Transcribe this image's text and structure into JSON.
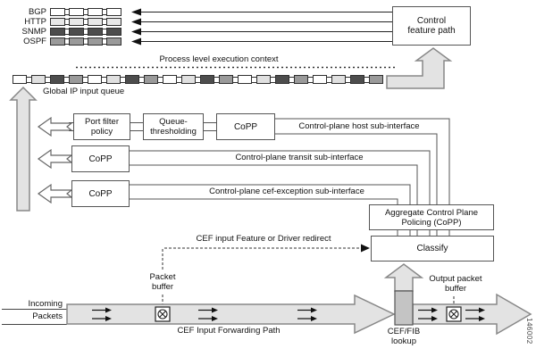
{
  "figure_id": "146002",
  "colors": {
    "queue_white": "#ffffff",
    "queue_light": "#e8e8e8",
    "queue_dark": "#4d4d4d",
    "queue_medium": "#9a9a9a",
    "arrow_fill": "#e3e3e3",
    "lookup_block_fill": "#c4c4c4"
  },
  "protocol_queues": [
    {
      "label": "BGP",
      "color": "#ffffff"
    },
    {
      "label": "HTTP",
      "color": "#e8e8e8"
    },
    {
      "label": "SNMP",
      "color": "#4d4d4d"
    },
    {
      "label": "OSPF",
      "color": "#9a9a9a"
    }
  ],
  "control_feature_path": {
    "line1": "Control",
    "line2": "feature path"
  },
  "process_level_context": "Process level execution context",
  "global_ip_queue": {
    "label": "Global IP input queue",
    "pattern": [
      "#ffffff",
      "#e0e0e0",
      "#4d4d4d",
      "#9a9a9a"
    ],
    "count": 20
  },
  "host_row": {
    "port_filter": {
      "line1": "Port filter",
      "line2": "policy"
    },
    "queue_thresholding": {
      "line1": "Queue-",
      "line2": "thresholding"
    },
    "copp": "CoPP",
    "pipe": "Control-plane host sub-interface"
  },
  "transit_row": {
    "copp": "CoPP",
    "pipe": "Control-plane transit sub-interface"
  },
  "cef_exception_row": {
    "copp": "CoPP",
    "pipe": "Control-plane cef-exception sub-interface"
  },
  "aggregate": {
    "line1": "Aggregate Control Plane",
    "line2": "Policing (CoPP)"
  },
  "classify": "Classify",
  "redirect_label": "CEF input Feature or Driver redirect",
  "packet_buffer": {
    "line1": "Packet",
    "line2": "buffer"
  },
  "incoming": {
    "line1": "Incoming",
    "line2": "Packets"
  },
  "cef_forwarding_path": "CEF Input Forwarding Path",
  "cef_fib_lookup": {
    "line1": "CEF/FIB",
    "line2": "lookup"
  },
  "output_packet_buffer": {
    "line1": "Output packet",
    "line2": "buffer"
  }
}
